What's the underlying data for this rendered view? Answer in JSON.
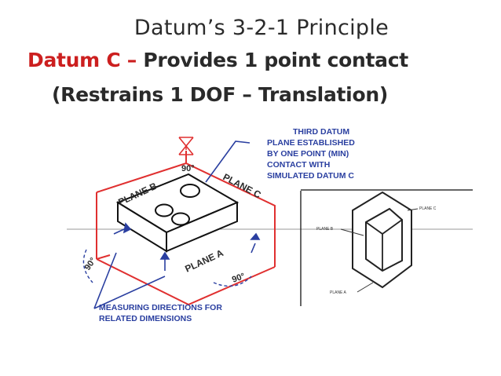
{
  "slide": {
    "title": "Datum’s 3-2-1 Principle",
    "datum_label": "Datum C –",
    "datum_desc": "Provides 1 point contact",
    "restrains": "(Restrains 1 DOF – Translation)"
  },
  "diagram": {
    "callout_top": [
      "THIRD DATUM",
      "PLANE ESTABLISHED",
      "BY ONE POINT (MIN)",
      "CONTACT WITH",
      "SIMULATED DATUM C"
    ],
    "callout_bottom": [
      "MEASURING DIRECTIONS FOR",
      "RELATED DIMENSIONS"
    ],
    "plane_b": "PLANE B",
    "plane_c": "PLANE C",
    "plane_a": "PLANE A",
    "angle_top": "90°",
    "angle_left": "90°",
    "angle_right": "90°",
    "small_plane_b": "PLANE B",
    "small_plane_c": "PLANE C",
    "small_plane_a": "PLANE A"
  },
  "colors": {
    "accent_red": "#cc1f1f",
    "blue_text": "#2a3fa0",
    "datum_lines": "#e03030"
  }
}
